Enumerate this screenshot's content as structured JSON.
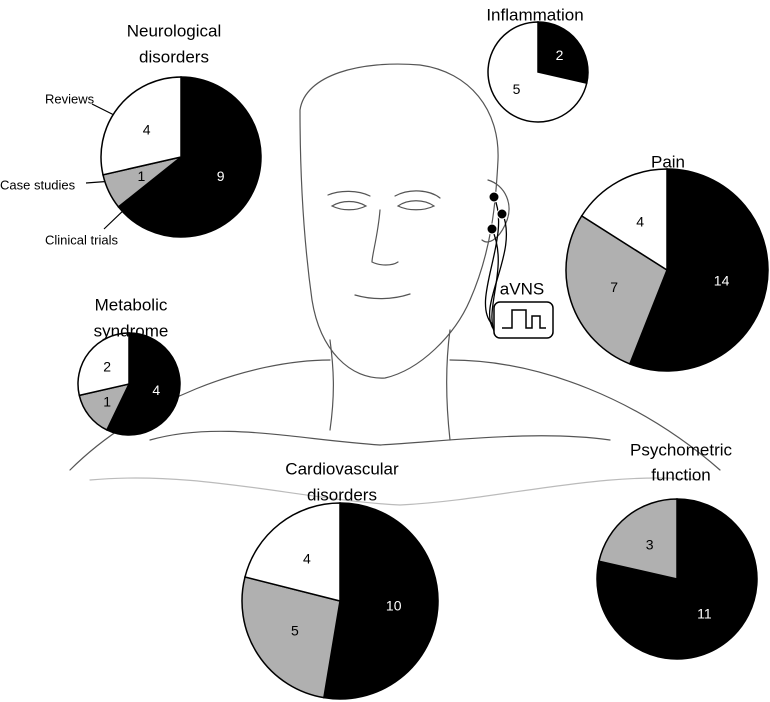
{
  "colors": {
    "Clinical trials": "#000000",
    "Case studies": "#b0b0b0",
    "Reviews": "#ffffff"
  },
  "device_label": "aVNS",
  "legend_labels": [
    "Reviews",
    "Case studies",
    "Clinical trials"
  ],
  "chart_data": [
    {
      "type": "pie",
      "title": [
        "Neurological",
        "disorders"
      ],
      "slices": [
        {
          "label": "Clinical trials",
          "value": 9
        },
        {
          "label": "Case studies",
          "value": 1
        },
        {
          "label": "Reviews",
          "value": 4
        }
      ]
    },
    {
      "type": "pie",
      "title": [
        "Inflammation"
      ],
      "slices": [
        {
          "label": "Clinical trials",
          "value": 2
        },
        {
          "label": "Reviews",
          "value": 5
        }
      ]
    },
    {
      "type": "pie",
      "title": [
        "Pain"
      ],
      "slices": [
        {
          "label": "Clinical trials",
          "value": 14
        },
        {
          "label": "Case studies",
          "value": 7
        },
        {
          "label": "Reviews",
          "value": 4
        }
      ]
    },
    {
      "type": "pie",
      "title": [
        "Metabolic",
        "syndrome"
      ],
      "slices": [
        {
          "label": "Clinical trials",
          "value": 4
        },
        {
          "label": "Case studies",
          "value": 1
        },
        {
          "label": "Reviews",
          "value": 2
        }
      ]
    },
    {
      "type": "pie",
      "title": [
        "Cardiovascular",
        "disorders"
      ],
      "slices": [
        {
          "label": "Clinical trials",
          "value": 10
        },
        {
          "label": "Case studies",
          "value": 5
        },
        {
          "label": "Reviews",
          "value": 4
        }
      ]
    },
    {
      "type": "pie",
      "title": [
        "Psychometric",
        "function"
      ],
      "slices": [
        {
          "label": "Clinical trials",
          "value": 11
        },
        {
          "label": "Case studies",
          "value": 3
        }
      ]
    }
  ]
}
